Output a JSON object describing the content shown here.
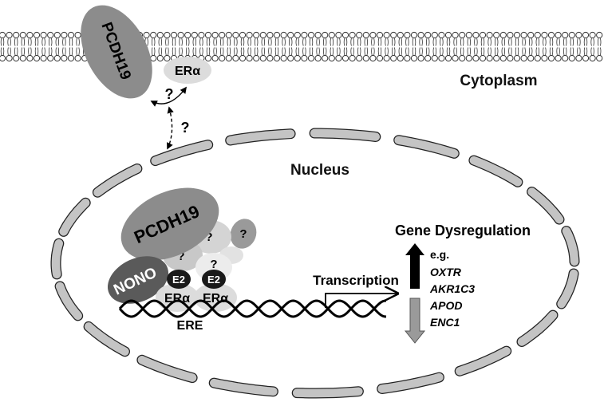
{
  "labels": {
    "cytoplasm": "Cytoplasm",
    "nucleus": "Nucleus",
    "pcdh19_membrane": "PCDH19",
    "era_membrane": "ERα",
    "q_upper": "?",
    "q_lower": "?",
    "pcdh19_nuclear": "PCDH19",
    "nono": "NONO",
    "unknown_marks": [
      "?",
      "?",
      "?",
      "?"
    ],
    "e2_left": "E2",
    "e2_right": "E2",
    "era_left": "ERα",
    "era_right": "ERα",
    "ere": "ERE",
    "transcription": "Transcription",
    "gene_dysregulation": "Gene Dysregulation",
    "eg": "e.g.",
    "genes": [
      "OXTR",
      "AKR1C3",
      "APOD",
      "ENC1"
    ]
  },
  "colors": {
    "membrane_head": "#ffffff",
    "membrane_stroke": "#333333",
    "pcdh19": "#8c8c8c",
    "era": "#dcdcdc",
    "nono": "#5a5a5a",
    "e2": "#1a1a1a",
    "unknown_light": "#d4d4d4",
    "unknown_dark": "#9a9a9a",
    "nuclear_envelope": "#c4c4c4",
    "arrow_up": "#000000",
    "arrow_down": "#9a9a9a"
  }
}
